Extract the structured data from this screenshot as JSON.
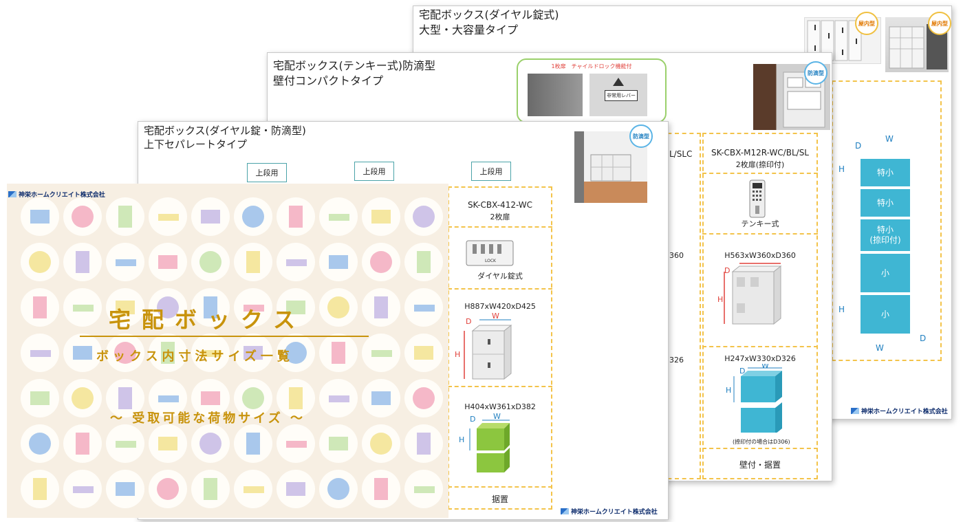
{
  "company": "神栄ホームクリエイト株式会社",
  "sheet_back": {
    "title_line1": "宅配ボックス(ダイヤル錠式)",
    "title_line2": "大型・大容量タイプ",
    "badge": "屋内型",
    "diagram_labels": {
      "w": "W",
      "d": "D",
      "h": "H"
    },
    "blocks": [
      "特小",
      "特小",
      "特小\n(捺印付)",
      "小",
      "小"
    ]
  },
  "sheet_mid": {
    "title_line1": "宅配ボックス(テンキー式)防滴型",
    "title_line2": "壁付コンパクトタイプ",
    "callout": "1枚扉　チャイルドロック機能付",
    "callout_sign": "非常用レバー",
    "badge": "防滴型",
    "partial_model": "L/SLC",
    "model": "SK-CBX-M12R-WC/BL/SL",
    "door": "2枚扉(捺印付)",
    "lock": "テンキー式",
    "partial_size1": "360",
    "size1": "H563xW360xD360",
    "partial_size2": "326",
    "size2": "H247xW330xD326",
    "note": "(捺印付の場合はD306)",
    "install": "壁付・据置"
  },
  "sheet_front": {
    "title_line1": "宅配ボックス(ダイヤル錠・防滴型)",
    "title_line2": "上下セパレートタイプ",
    "badge": "防滴型",
    "tabs": [
      "上段用",
      "上段用",
      "上段用"
    ],
    "model": "SK-CBX-412-WC",
    "door": "2枚扉",
    "lock": "ダイヤル錠式",
    "lock_text": "LOCK",
    "size1": "H887xW420xD425",
    "size2": "H404xW361xD382",
    "install": "据置"
  },
  "cover": {
    "title": "宅配ボックス",
    "subtitle": "ボックス内寸法サイズ一覧",
    "note": "～ 受取可能な荷物サイズ ～"
  },
  "colors": {
    "accent_gold": "#c8930c",
    "dash_yellow": "#f3c34a",
    "cyan": "#3fb6d3",
    "green": "#8cc63f",
    "red": "#e0403a"
  }
}
